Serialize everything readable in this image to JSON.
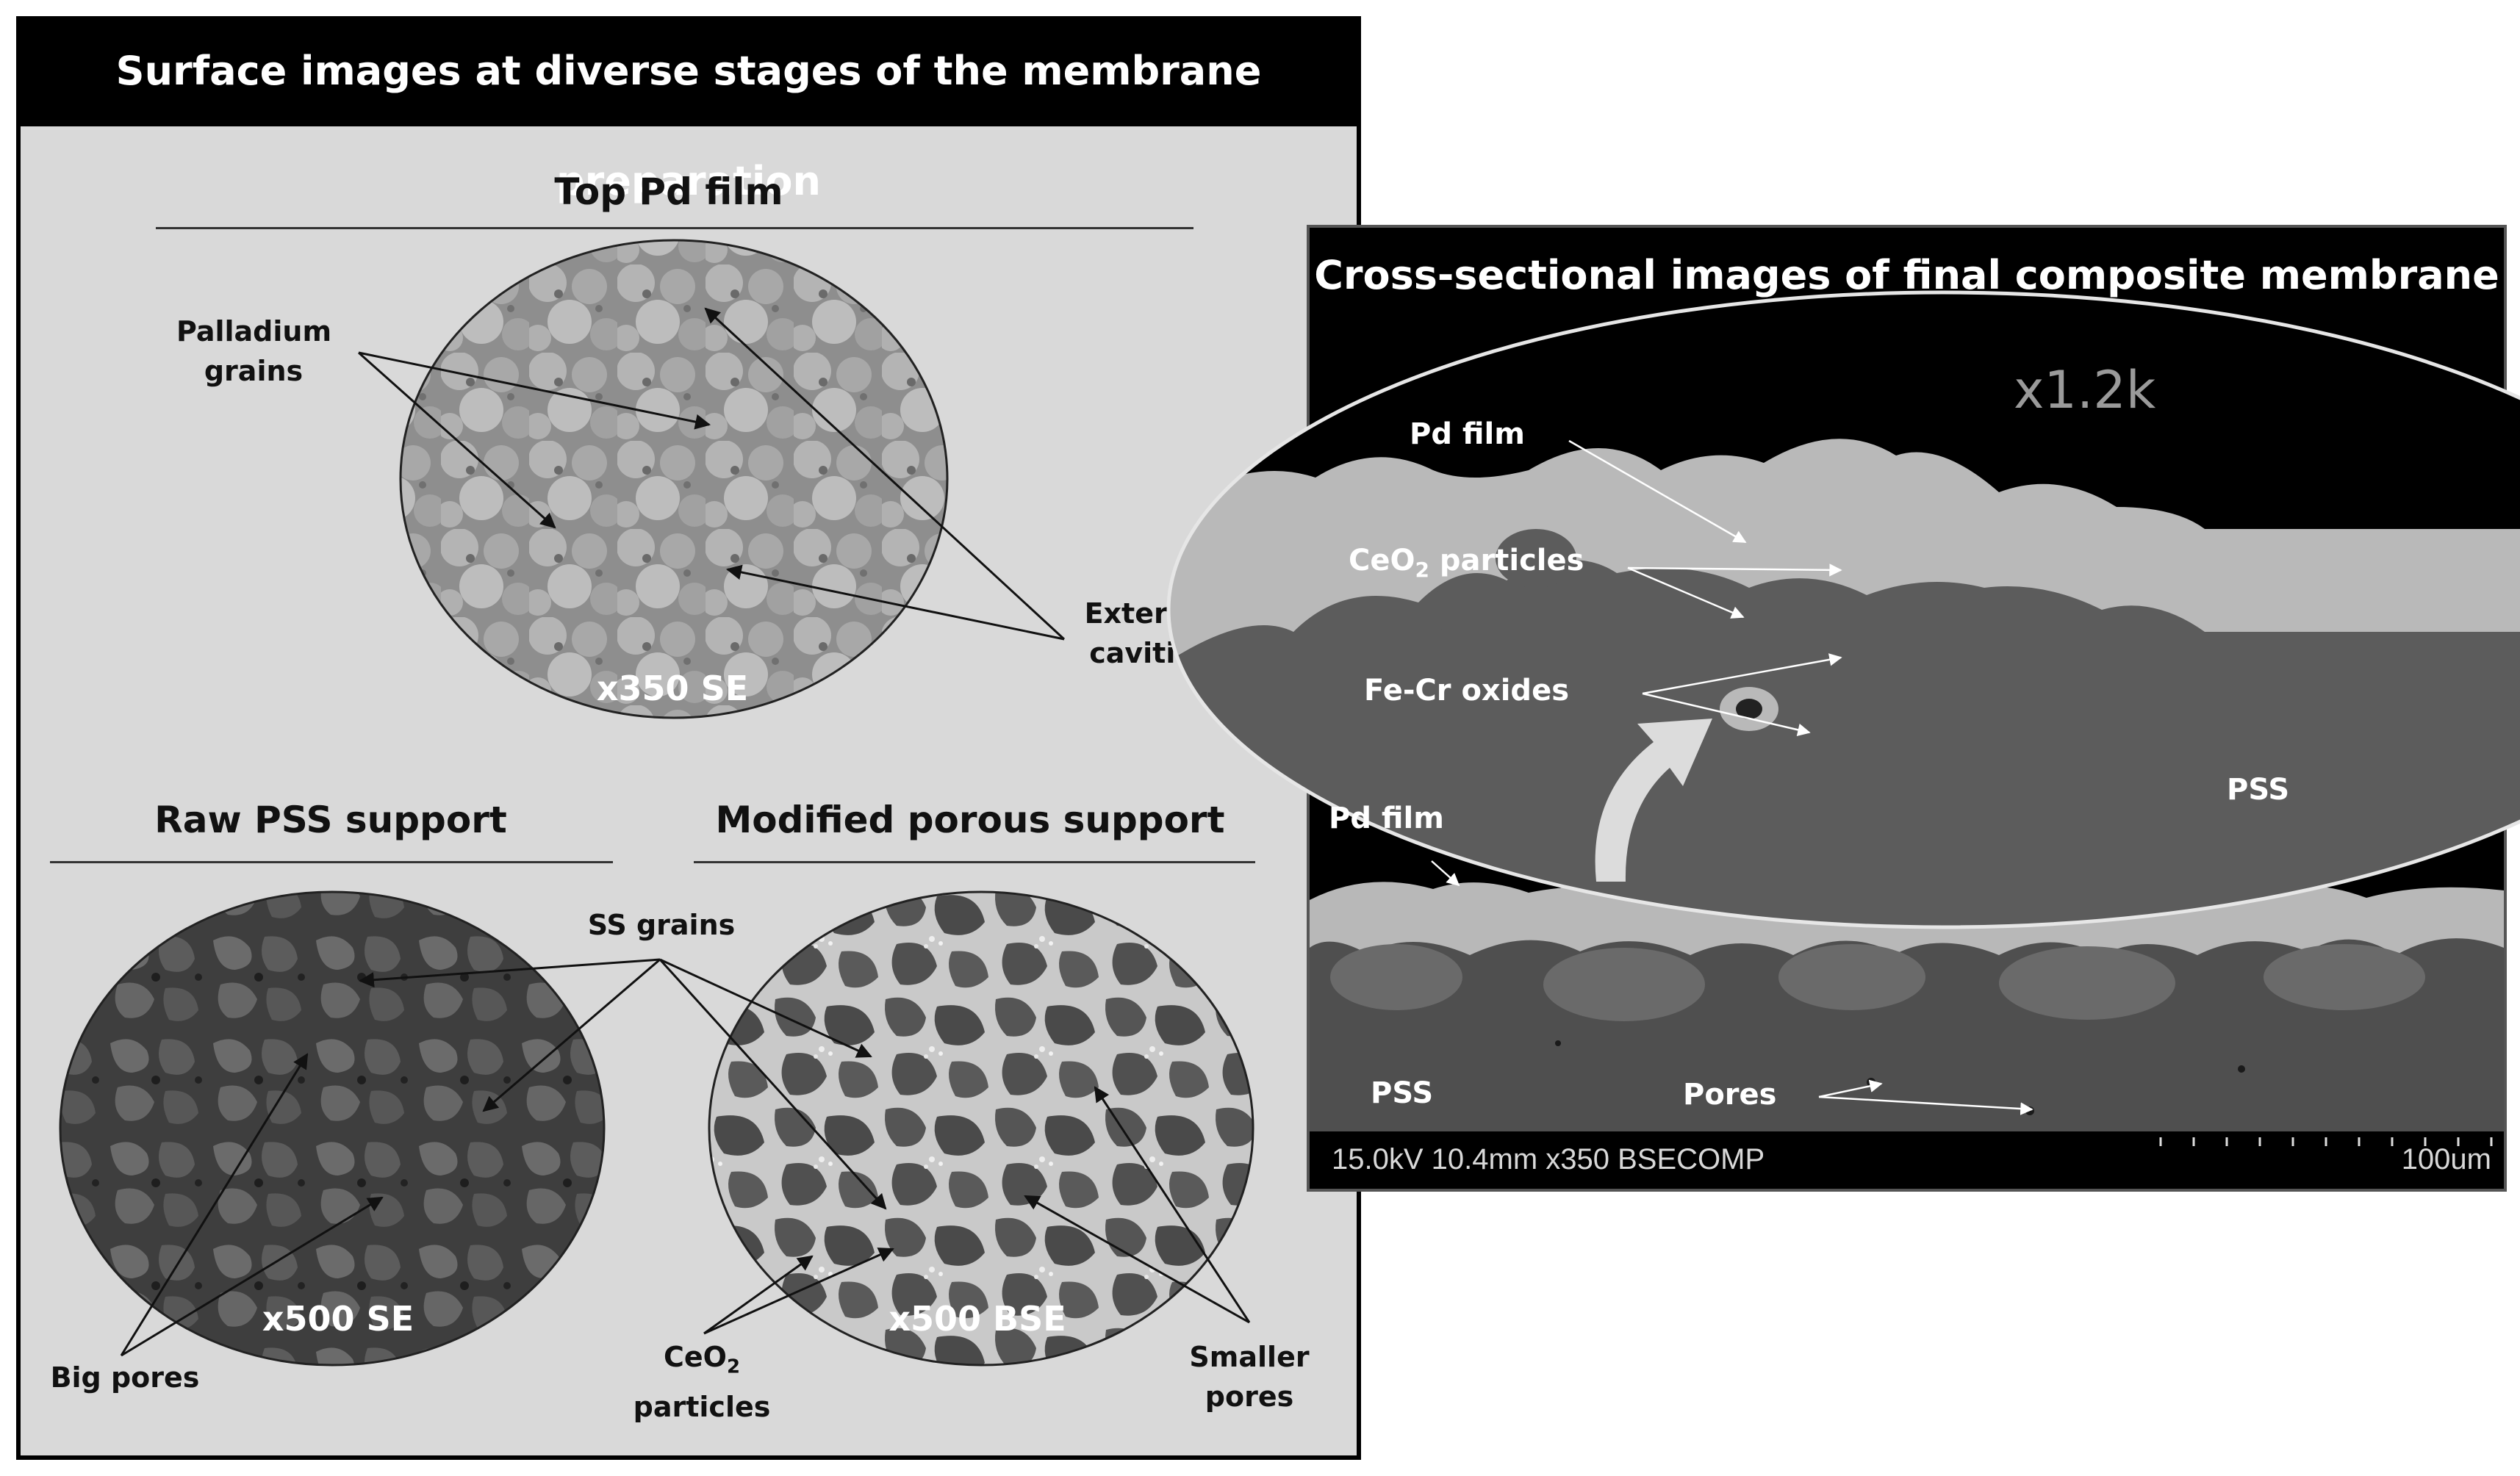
{
  "left_panel": {
    "title": "Surface images at diverse stages of the membrane preparation",
    "top": {
      "heading": "Top Pd film",
      "magnification": "x350 SE",
      "labels": {
        "palladium_1": "Palladium",
        "palladium_2": "grains",
        "cavities_1": "External",
        "cavities_2": "cavities"
      }
    },
    "raw": {
      "heading": "Raw PSS support",
      "magnification": "x500 SE",
      "labels": {
        "big_pores": "Big pores"
      }
    },
    "modified": {
      "heading": "Modified porous support",
      "magnification": "x500 BSE",
      "labels": {
        "ss_grains": "SS grains",
        "ceo2_main": "CeO",
        "ceo2_sub": "2",
        "ceo2_2": "particles",
        "smaller_1": "Smaller",
        "smaller_2": "pores"
      }
    }
  },
  "right_panel": {
    "title": "Cross-sectional images of final composite membrane",
    "zoom": "x1.2k",
    "labels": {
      "pd_film_top": "Pd film",
      "ceo2_main": "CeO",
      "ceo2_sub": "2",
      "ceo2_rest": " particles",
      "fecr": "Fe-Cr oxides",
      "pss_inset": "PSS",
      "pd_film_bottom": "Pd film",
      "pss_bottom": "PSS",
      "pores": "Pores"
    },
    "sem_info": "15.0kV 10.4mm x350 BSECOMP",
    "scale_bar": "100um"
  },
  "colors": {
    "panel_bg": "#d9d9d9",
    "header_bg": "#000000",
    "header_text": "#ffffff"
  }
}
